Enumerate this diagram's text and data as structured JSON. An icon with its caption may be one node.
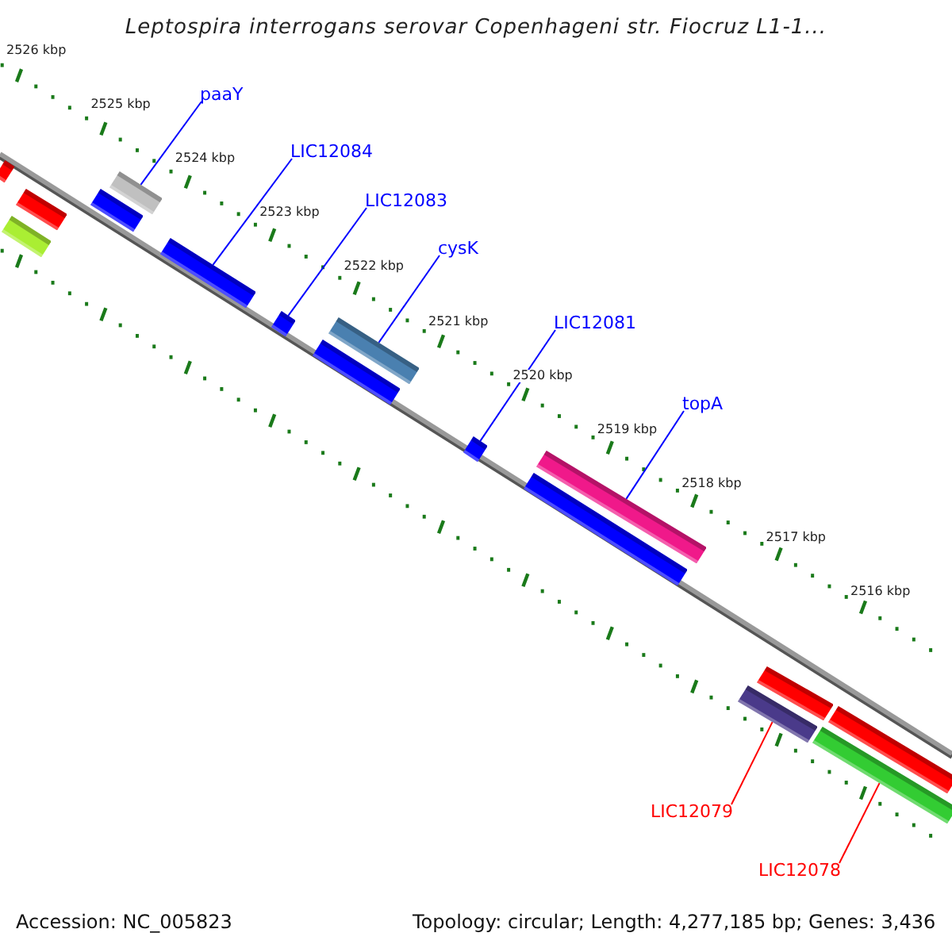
{
  "diagram": {
    "title": "Leptospira interrogans serovar Copenhageni str. Fiocruz L1-1...",
    "nodes": [
      {
        "text": [
          "paaY"
        ]
      },
      {
        "text": [
          "LIC12084"
        ]
      },
      {
        "text": [
          "LIC12083"
        ]
      },
      {
        "text": [
          "cysK"
        ]
      },
      {
        "text": [
          "LIC12081"
        ]
      },
      {
        "text": [
          "topA"
        ]
      },
      {
        "text": [
          "LIC12079"
        ]
      },
      {
        "text": [
          "LIC12078"
        ]
      },
      {
        "text": [],
        "shape": "bar"
      },
      {
        "text": [],
        "shape": "bar"
      },
      {
        "text": [],
        "shape": "bar"
      },
      {
        "text": [],
        "shape": "bar"
      },
      {
        "text": [],
        "shape": "bar"
      },
      {
        "text": [],
        "shape": "bar"
      },
      {
        "text": [],
        "shape": "bar"
      },
      {
        "text": [],
        "shape": "bar"
      },
      {
        "text": [],
        "shape": "bar"
      },
      {
        "text": [],
        "shape": "bar"
      },
      {
        "text": [],
        "shape": "bar"
      },
      {
        "text": [],
        "shape": "bar"
      },
      {
        "text": [],
        "shape": "bar"
      },
      {
        "text": [],
        "shape": "bar"
      },
      {
        "text": [],
        "shape": "bar"
      },
      {
        "text": [],
        "shape": "bar"
      }
    ],
    "edges": [
      {
        "from": 0,
        "to": 12,
        "arrow": "none"
      },
      {
        "from": 1,
        "to": 13,
        "arrow": "none"
      },
      {
        "from": 2,
        "to": 14,
        "arrow": "none"
      },
      {
        "from": 3,
        "to": 16,
        "arrow": "none"
      },
      {
        "from": 4,
        "to": 17,
        "arrow": "none"
      },
      {
        "from": 5,
        "to": 19,
        "arrow": "none"
      },
      {
        "from": 6,
        "to": 20,
        "arrow": "none",
        "color": "#ff0000"
      },
      {
        "from": 7,
        "to": 22,
        "arrow": "none",
        "color": "#ff0000"
      }
    ],
    "labels": [
      "2526 kbp",
      "2525 kbp",
      "2524 kbp",
      "2523 kbp",
      "2522 kbp",
      "2521 kbp",
      "2520 kbp",
      "2519 kbp",
      "2518 kbp",
      "2517 kbp",
      "2516 kbp",
      "Accession: NC_005823",
      "Topology: circular; Length: 4,277,185 bp; Genes: 3,436"
    ]
  }
}
